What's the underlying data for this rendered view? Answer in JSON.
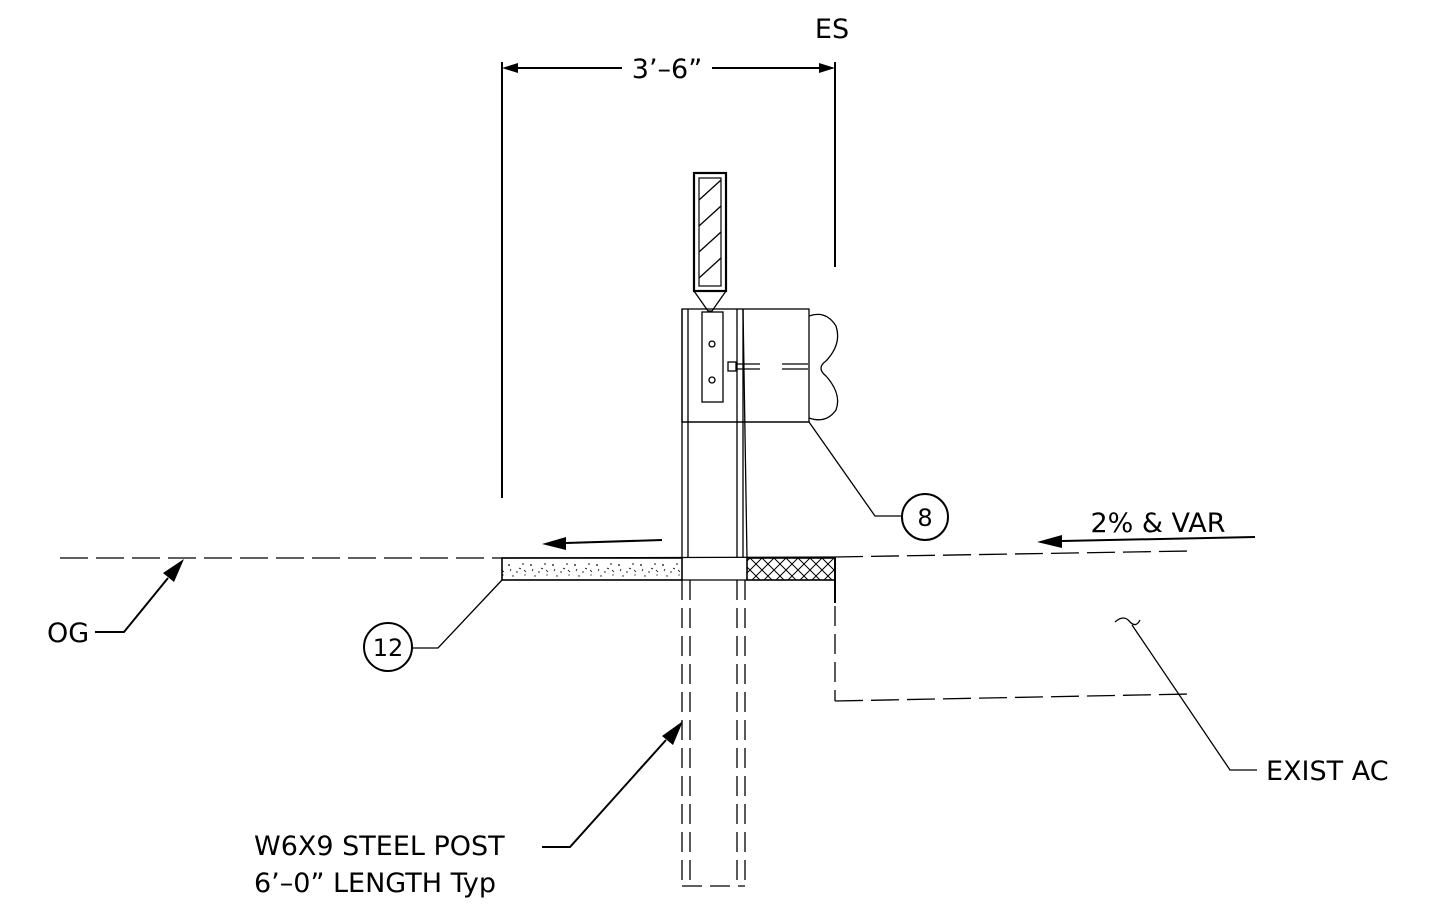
{
  "labels": {
    "es": "ES",
    "dimension": "3’–6”",
    "slope": "2% & VAR",
    "og": "OG",
    "exist_ac": "EXIST AC",
    "post_line1": "W6X9 STEEL POST",
    "post_line2": "6’–0” LENGTH Typ"
  },
  "callouts": {
    "bubble_8": "8",
    "bubble_12": "12"
  }
}
